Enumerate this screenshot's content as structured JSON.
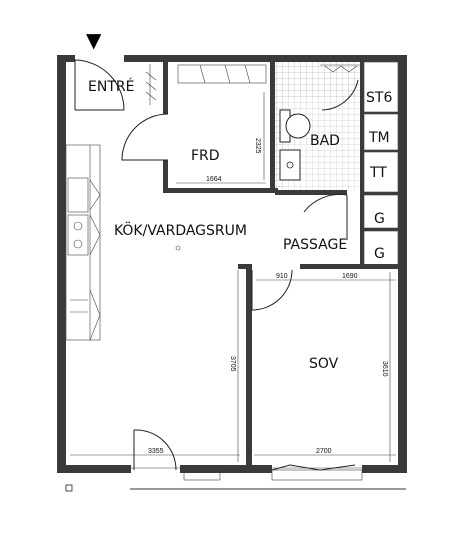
{
  "rooms": {
    "entre": "ENTRÉ",
    "frd": "FRD",
    "bad": "BAD",
    "st6": "ST6",
    "tm": "TM",
    "tt": "TT",
    "kok": "KÖK/VARDAGSRUM",
    "passage": "PASSAGE",
    "g1": "G",
    "g2": "G",
    "sov": "SOV"
  },
  "dimensions": {
    "frd_width": "1664",
    "frd_depth": "2325",
    "sov_door": "910",
    "sov_top": "1690",
    "kok_depth": "3705",
    "sov_depth": "3610",
    "kok_width": "3355",
    "sov_width": "2700"
  },
  "entrance_marker": "▼",
  "colors": {
    "wall": "#3a3a3a",
    "line": "#222222"
  }
}
